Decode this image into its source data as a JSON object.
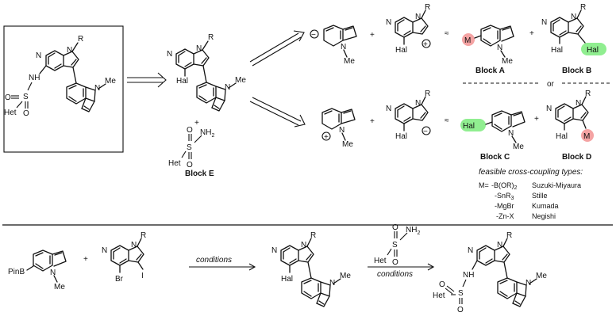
{
  "atoms": {
    "R": "R",
    "N": "N",
    "NH": "NH",
    "NH2": "NH",
    "two": "2",
    "three": "3",
    "Me": "Me",
    "Hal": "Hal",
    "Het": "Het",
    "S": "S",
    "O": "O",
    "M": "M",
    "Br": "Br",
    "I": "I",
    "PinB": "PinB",
    "minus": "−",
    "plus_charge": "+",
    "plus": "+",
    "approx": "≈",
    "or": "or"
  },
  "blocks": {
    "a": "Block A",
    "b": "Block B",
    "c": "Block C",
    "d": "Block D",
    "e": "Block E"
  },
  "coupling": {
    "heading": "feasible cross-coupling types:",
    "prefix": "M=",
    "rows": [
      {
        "reagent": "-B(OR)",
        "sub": "2",
        "name": "Suzuki-Miyaura"
      },
      {
        "reagent": "-SnR",
        "sub": "3",
        "name": "Stille"
      },
      {
        "reagent": "-MgBr",
        "sub": "",
        "name": "Kumada"
      },
      {
        "reagent": "-Zn-X",
        "sub": "",
        "name": "Negishi"
      }
    ]
  },
  "conditions": "conditions",
  "colors": {
    "green": "#90ee90",
    "red": "#f4a3a3",
    "ink": "#111111"
  }
}
